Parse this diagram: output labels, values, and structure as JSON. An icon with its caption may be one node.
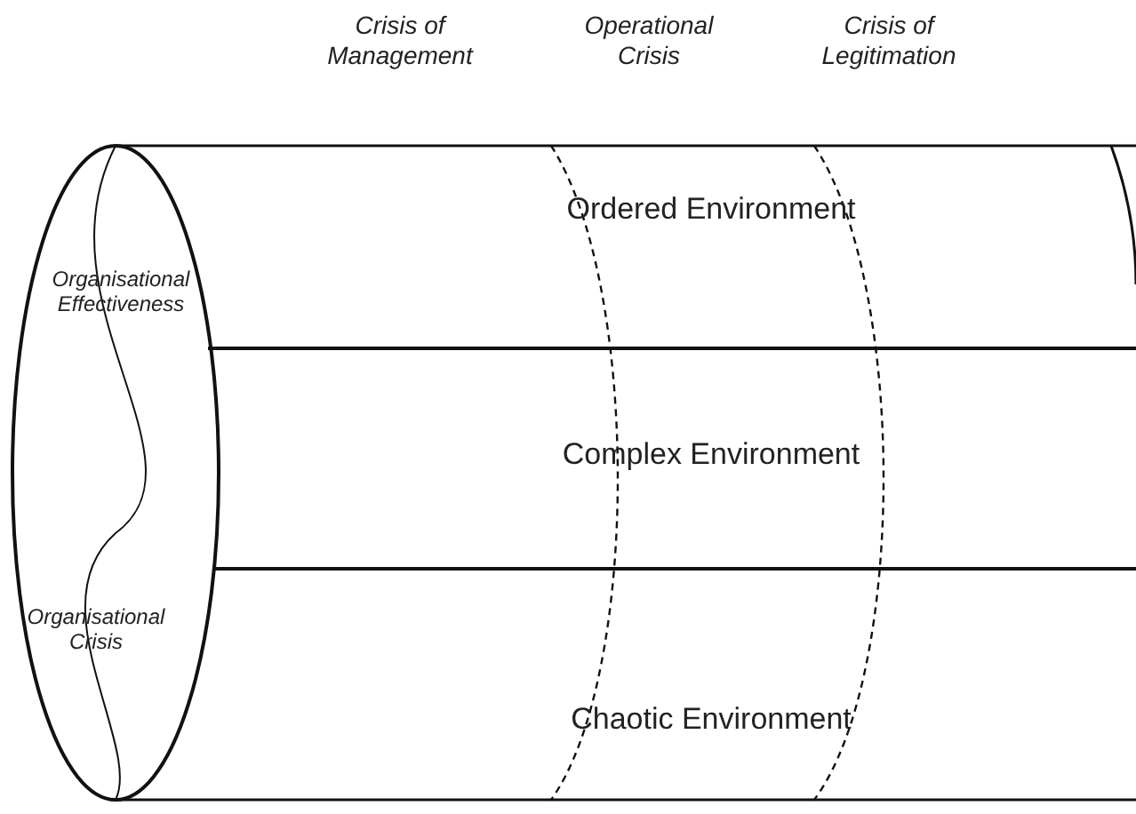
{
  "diagram": {
    "labels": [
      "Crisis of Management",
      "Operational Crisis",
      "Crisis of Legitimation",
      "Ordered Environment",
      "Organisational Effectiveness",
      "Complex Environment",
      "Organisational Crisis",
      "Chaotic Environment"
    ]
  }
}
